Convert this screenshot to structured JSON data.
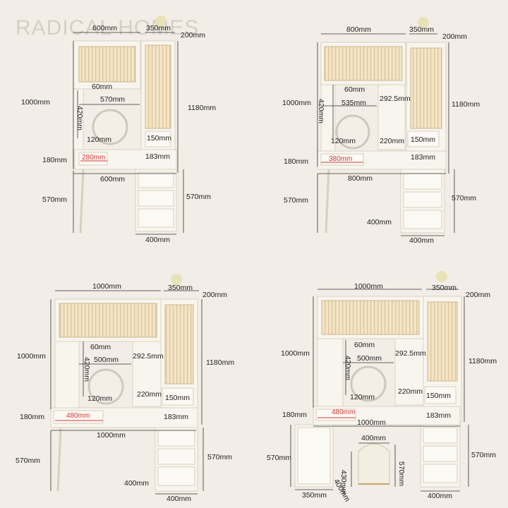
{
  "watermark": "RADICAL HOMES",
  "colors": {
    "background": "#f2ede6",
    "cabinet": "#f8f5ee",
    "red_dimension": "#d23a33"
  },
  "variants": [
    {
      "id": "A",
      "top_width": "600mm",
      "tower_width": "350mm",
      "depth": "200mm",
      "total_height": "1000mm",
      "tower_height": "1180mm",
      "shelf_60": "60mm",
      "inner_width": "570mm",
      "mirror_height": "420mm",
      "mirror_base": "120mm",
      "tower_drawer": "150mm",
      "side_height": "183mm",
      "drawer_width": "280mm",
      "desk_height": "180mm",
      "desk_width": "600mm",
      "leg_height": "570mm",
      "cabinet_height": "570mm",
      "cabinet_width": "400mm"
    },
    {
      "id": "B",
      "top_width": "800mm",
      "tower_width": "350mm",
      "depth": "200mm",
      "total_height": "1000mm",
      "tower_height": "1180mm",
      "shelf_60": "60mm",
      "inner_width": "535mm",
      "mirror_height": "420mm",
      "side_shelf": "292.5mm",
      "mirror_base": "120mm",
      "side_shelf_h": "220mm",
      "tower_drawer": "150mm",
      "side_height": "183mm",
      "drawer_width": "380mm",
      "desk_height": "180mm",
      "desk_width": "800mm",
      "leg_height": "570mm",
      "cabinet_height": "570mm",
      "cabinet_width": "400mm",
      "cabinet_depth": "400mm"
    },
    {
      "id": "C",
      "top_width": "1000mm",
      "tower_width": "350mm",
      "depth": "200mm",
      "total_height": "1000mm",
      "tower_height": "1180mm",
      "shelf_60": "60mm",
      "inner_width": "500mm",
      "mirror_height": "420mm",
      "side_shelf": "292.5mm",
      "mirror_base": "120mm",
      "side_shelf_h": "220mm",
      "tower_drawer": "150mm",
      "side_height": "183mm",
      "drawer_width": "480mm",
      "desk_height": "180mm",
      "desk_width": "1000mm",
      "leg_height": "570mm",
      "cabinet_height": "570mm",
      "cabinet_width": "400mm",
      "cabinet_depth": "400mm"
    },
    {
      "id": "D",
      "top_width": "1000mm",
      "tower_width": "350mm",
      "depth": "200mm",
      "total_height": "1000mm",
      "tower_height": "1180mm",
      "shelf_60": "60mm",
      "inner_width": "500mm",
      "mirror_height": "420mm",
      "side_shelf": "292.5mm",
      "mirror_base": "120mm",
      "side_shelf_h": "220mm",
      "tower_drawer": "150mm",
      "side_height": "183mm",
      "drawer_width": "480mm",
      "desk_height": "180mm",
      "desk_width": "1000mm",
      "left_cab_height": "570mm",
      "left_cab_width": "350mm",
      "stool_width": "400mm",
      "stool_height": "570mm",
      "stool_seat": "430mm",
      "stool_depth": "400mm",
      "cabinet_height": "570mm",
      "cabinet_width": "400mm"
    }
  ]
}
